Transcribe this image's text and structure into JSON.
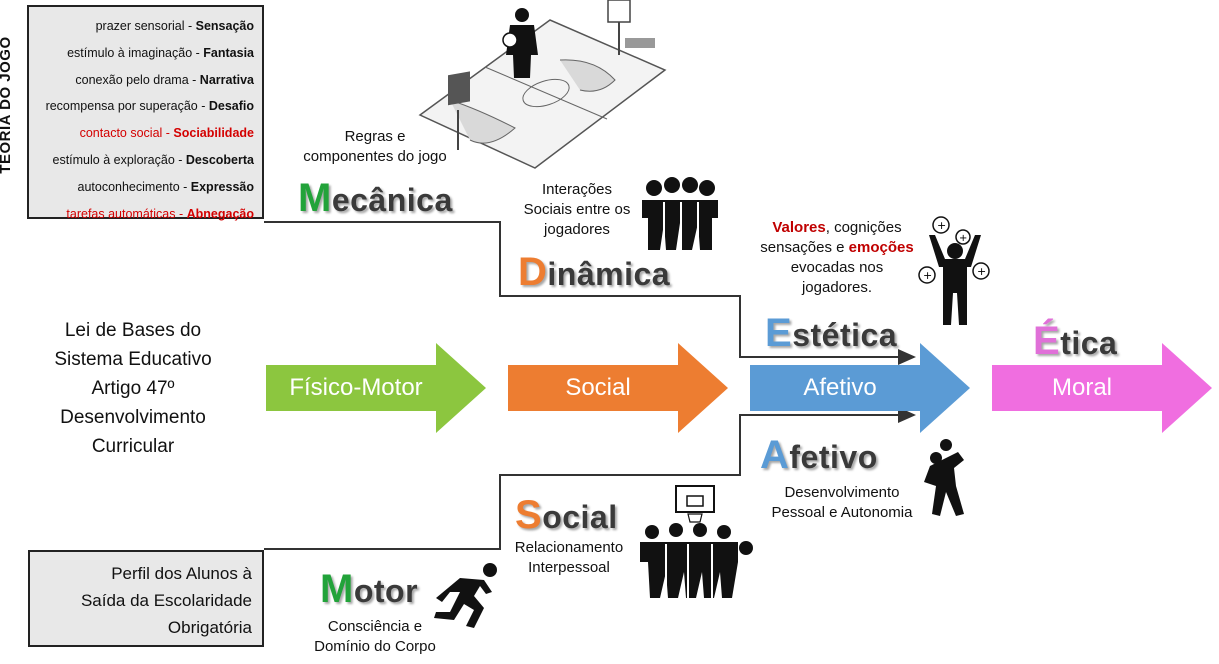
{
  "theory": {
    "title": "TEORIA DO JOGO",
    "items": [
      {
        "desc": "prazer sensorial - ",
        "term": "Sensação",
        "red": false
      },
      {
        "desc": "estímulo à imaginação - ",
        "term": "Fantasia",
        "red": false
      },
      {
        "desc": "conexão pelo drama - ",
        "term": "Narrativa",
        "red": false
      },
      {
        "desc": "recompensa por superação - ",
        "term": "Desafio",
        "red": false
      },
      {
        "desc": "contacto social - ",
        "term": "Sociabilidade",
        "red": true
      },
      {
        "desc": "estímulo à exploração - ",
        "term": "Descoberta",
        "red": false
      },
      {
        "desc": "autoconhecimento - ",
        "term": "Expressão",
        "red": false
      },
      {
        "desc": "tarefas automáticas - ",
        "term": "Abnegação",
        "red": true
      }
    ]
  },
  "law": {
    "lines": [
      "Lei de Bases do",
      "Sistema Educativo",
      "Artigo 47º",
      "Desenvolvimento",
      "Curricular"
    ]
  },
  "profile": {
    "lines": [
      "Perfil dos Alunos à",
      "Saída da Escolaridade",
      "Obrigatória"
    ]
  },
  "arrows": [
    {
      "label": "Físico-Motor",
      "color": "#8cc63f"
    },
    {
      "label": "Social",
      "color": "#ed7d31"
    },
    {
      "label": "Afetivo",
      "color": "#5b9bd5"
    },
    {
      "label": "Moral",
      "color": "#f06ee0"
    }
  ],
  "upper": {
    "mecanica": {
      "cap": "M",
      "rest": "ecânica",
      "cap_color": "#22a33a",
      "desc": [
        "Regras e",
        "componentes do jogo"
      ]
    },
    "dinamica": {
      "cap": "D",
      "rest": "inâmica",
      "cap_color": "#ed7d31",
      "desc": [
        "Interações",
        "Sociais entre os",
        "jogadores"
      ]
    },
    "estetica": {
      "cap": "E",
      "rest": "stética",
      "cap_color": "#5b9bd5",
      "desc_line1_red": "Valores",
      "desc_line1_rest": ", cognições",
      "desc_line2_start": "sensações e ",
      "desc_line2_red": "emoções",
      "desc_line3": "evocadas nos",
      "desc_line4": "jogadores."
    },
    "etica": {
      "cap": "É",
      "rest": "tica",
      "cap_color": "#e070d8"
    }
  },
  "lower": {
    "motor": {
      "cap": "M",
      "rest": "otor",
      "cap_color": "#22a33a",
      "desc": [
        "Consciência e",
        "Domínio do Corpo"
      ]
    },
    "social": {
      "cap": "S",
      "rest": "ocial",
      "cap_color": "#ed7d31",
      "desc": [
        "Relacionamento",
        "Interpessoal"
      ]
    },
    "afetivo": {
      "cap": "A",
      "rest": "fetivo",
      "cap_color": "#5b9bd5",
      "desc": [
        "Desenvolvimento",
        "Pessoal e Autonomia"
      ]
    }
  },
  "colors": {
    "line": "#333333",
    "box_bg": "#e8e8e8"
  }
}
